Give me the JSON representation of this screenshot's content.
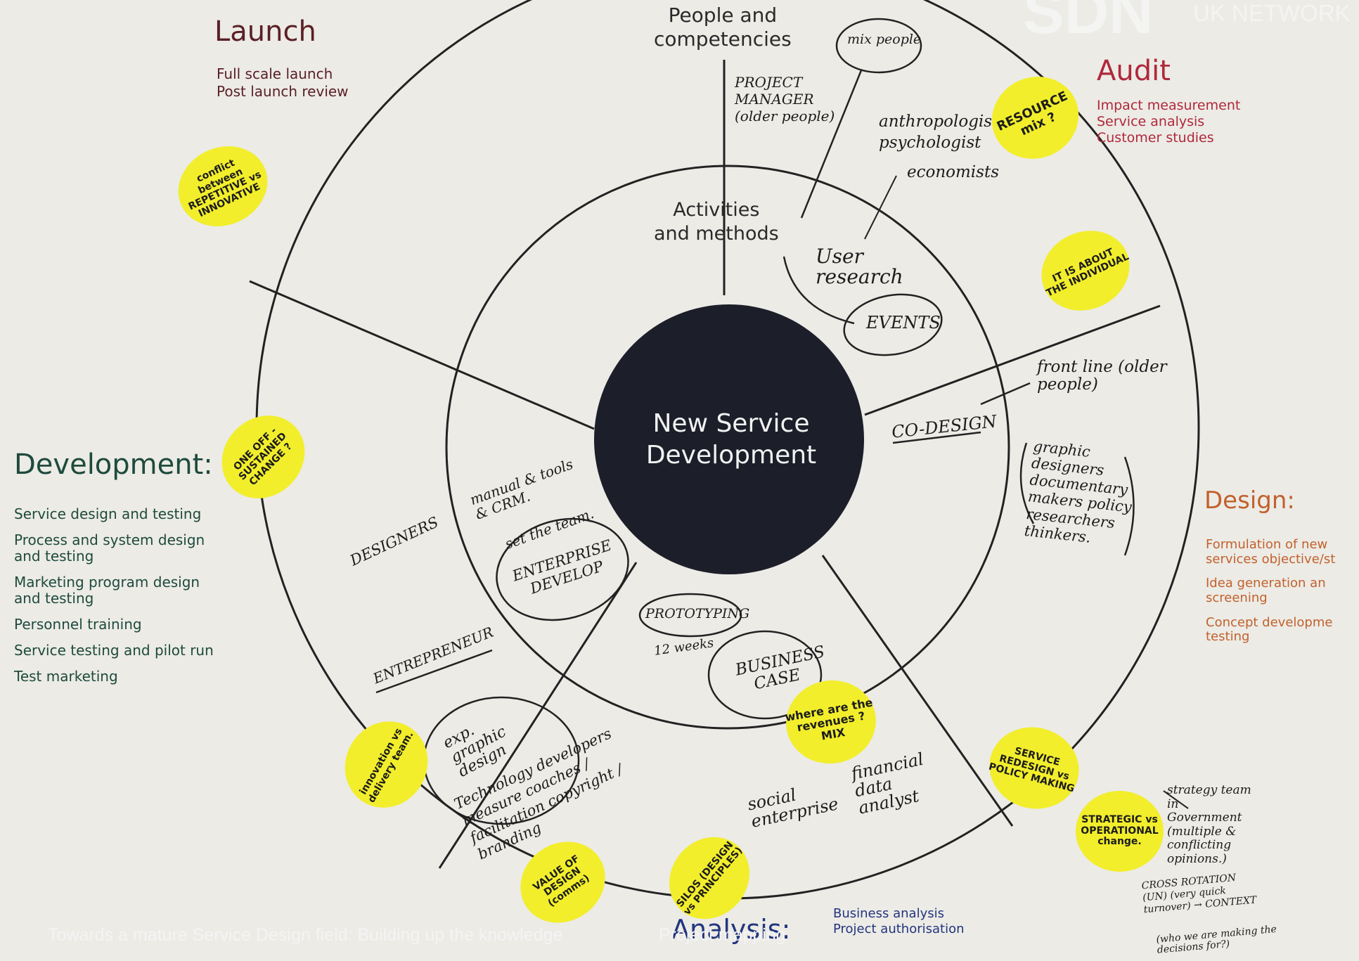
{
  "watermark": {
    "logo_text": "SDN",
    "network_text": "UK NETWORK"
  },
  "center": {
    "line1": "New Service",
    "line2": "Development"
  },
  "rings": {
    "middle": [
      "People and",
      "competencies"
    ],
    "inner": [
      "Activities",
      "and methods"
    ]
  },
  "phases": {
    "launch": {
      "title": "Launch",
      "items": [
        "Full scale launch",
        "Post launch review"
      ],
      "color": "#5a1f24"
    },
    "audit": {
      "title": "Audit",
      "items": [
        "Impact measurement",
        "Service analysis",
        "Customer studies"
      ],
      "color": "#b0283a"
    },
    "development": {
      "title": "Development:",
      "items": [
        "Service design and testing",
        "Process and system design and testing",
        "Marketing program design and testing",
        "Personnel training",
        "Service testing and pilot run",
        "Test marketing"
      ],
      "color": "#1e4a3d"
    },
    "design": {
      "title": "Design:",
      "items": [
        "Formulation of new services objective/st",
        "Idea generation an screening",
        "Concept developme testing"
      ],
      "color": "#c2612c"
    },
    "analysis": {
      "title": "Analysis:",
      "items": [
        "Business analysis",
        "Project authorisation"
      ],
      "color": "#23357e"
    }
  },
  "handwriting": {
    "mix_people": "mix people",
    "project_manager": "PROJECT MANAGER (older people)",
    "anthropologist": "anthropologist",
    "psychologist": "psychologist",
    "economists": "economists",
    "user_research": "User research",
    "events": "EVENTS",
    "front_line": "front line (older people)",
    "co_design": "CO-DESIGN",
    "graphic_designers": "graphic designers documentary makers policy researchers thinkers.",
    "designers": "DESIGNERS",
    "manual_tools": "manual & tools & CRM.",
    "set_the_team": "set the team.",
    "enterprise_develop": "ENTERPRISE DEVELOP",
    "entrepreneur": "ENTREPRENEUR",
    "prototyping": "PROTOTYPING",
    "twelve_weeks": "12 weeks",
    "business_case": "BUSINESS CASE",
    "exp_graphic": "exp. graphic design",
    "tech_list": "Technology developers measure coaches / facilitation copyright / branding",
    "social_enterprise": "social enterprise",
    "financial_data": "financial data analyst",
    "strategy_team": "strategy team in Government (multiple & conflicting opinions.)",
    "cross_rotation": "CROSS ROTATION (UN) (very quick turnover) → CONTEXT",
    "who_making": "(who we are making the decisions for?)"
  },
  "stickies": [
    {
      "text": "conflict between REPETITIVE vs INNOVATIVE"
    },
    {
      "text": "RESOURCE mix ?"
    },
    {
      "text": "IT IS ABOUT THE INDIVIDUAL"
    },
    {
      "text": "ONE OFF - SUSTAINED CHANGE ?"
    },
    {
      "text": "where are the revenues ? MIX"
    },
    {
      "text": "innovation vs delivery team."
    },
    {
      "text": "SERVICE REDESIGN vs POLICY MAKING"
    },
    {
      "text": "STRATEGIC vs OPERATIONAL change."
    },
    {
      "text": "VALUE OF DESIGN (comms)"
    },
    {
      "text": "SILOS (DESIGN vs PRINCIPLES)"
    }
  ],
  "footer": {
    "left": "Towards a mature Service Design field: Building up the knowledge",
    "right": "Project mapping"
  },
  "colors": {
    "background": "#ecebe6",
    "sticky": "#f2ee2c",
    "center": "#1c1f2a",
    "ink": "#1c1c1c"
  }
}
